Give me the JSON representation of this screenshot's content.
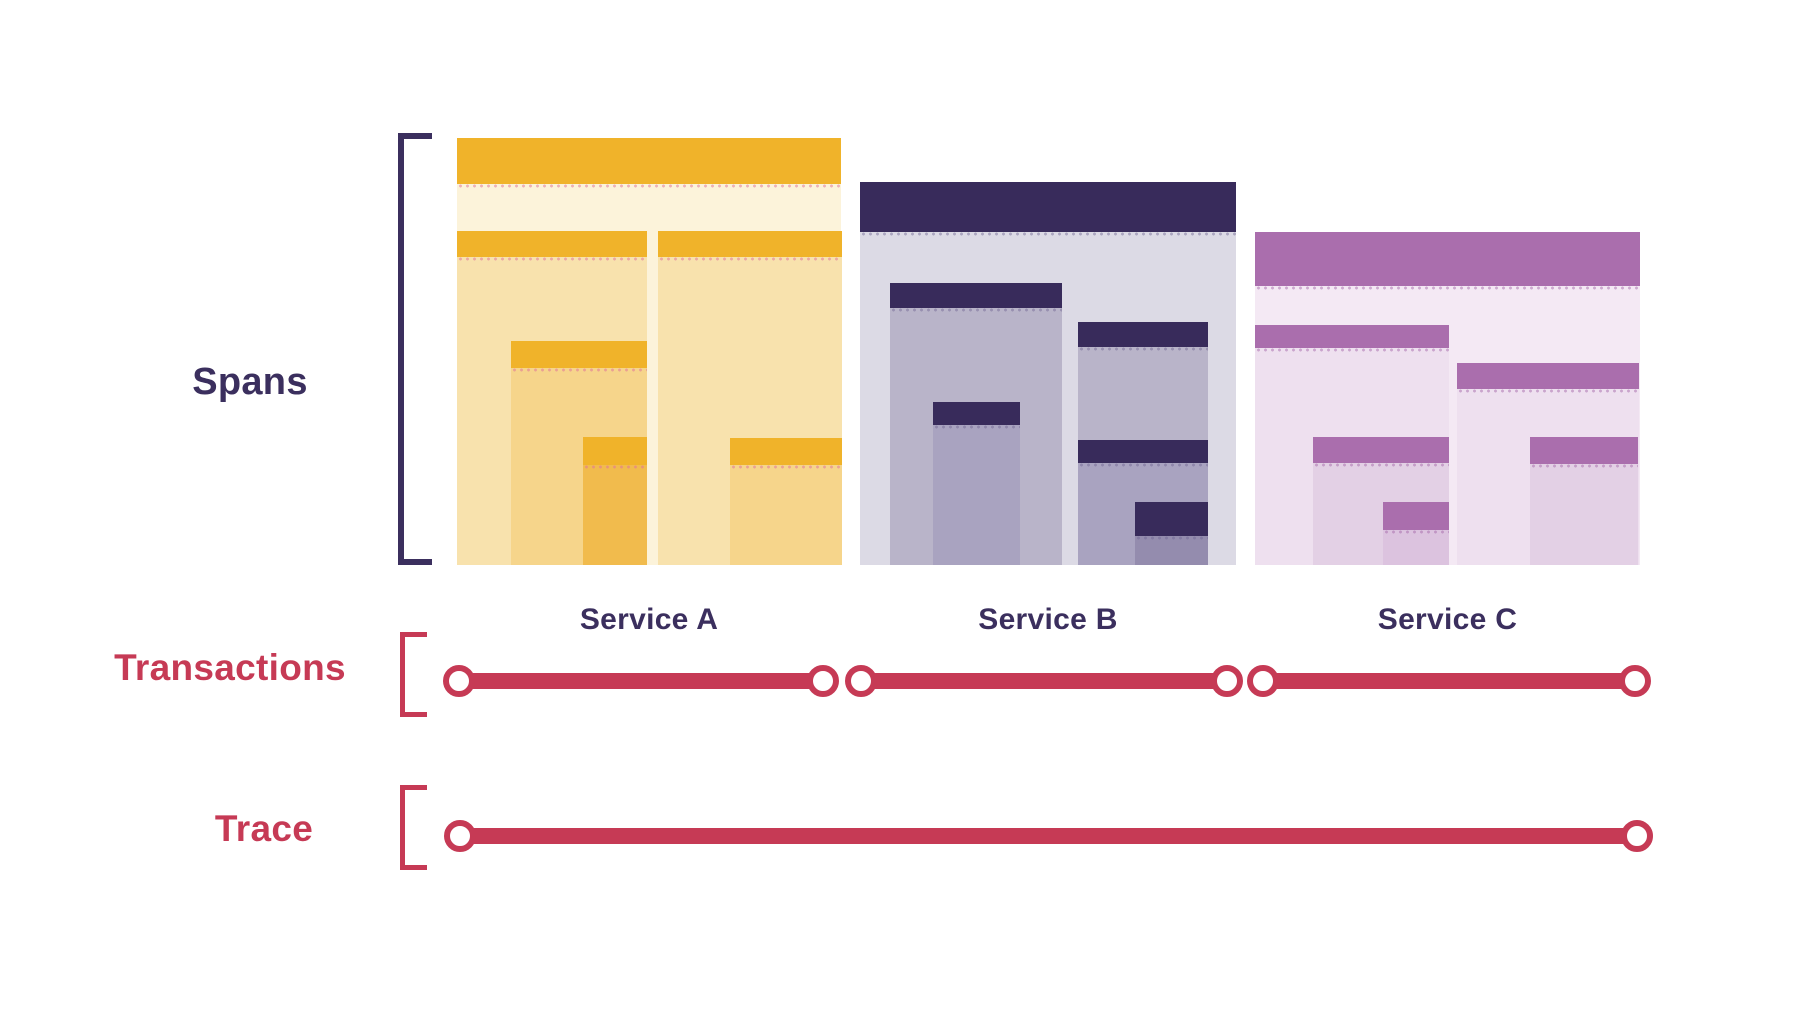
{
  "labels": {
    "spans": "Spans",
    "transactions": "Transactions",
    "trace": "Trace"
  },
  "services": [
    {
      "name": "Service A",
      "span_color": "#f0b32a",
      "span_count": 6
    },
    {
      "name": "Service B",
      "span_color": "#382b5b",
      "span_count": 6
    },
    {
      "name": "Service C",
      "span_color": "#aa6ead",
      "span_count": 6
    }
  ],
  "transactions": {
    "count": 3,
    "one_per_service": true
  },
  "trace": {
    "count": 1,
    "spans_full_width": true
  },
  "colors": {
    "navy_text": "#3b2f5e",
    "crimson": "#c63a55",
    "yellow_span": "#f0b32a",
    "yellow_l0": "#fcf3da",
    "yellow_l1": "#f8e2ad",
    "yellow_l2": "#f6d58b",
    "yellow_l3": "#f1bb4d",
    "navy_span": "#382b5b",
    "navy_l0": "#dcdae5",
    "navy_l1": "#b9b4c9",
    "navy_l2": "#a9a3c0",
    "navy_l3": "#948cae",
    "purple_span": "#aa6ead",
    "purple_l0": "#f4e9f4",
    "purple_l1": "#eee0ef",
    "purple_l2": "#e3d0e5",
    "purple_l3": "#dcc3df"
  }
}
